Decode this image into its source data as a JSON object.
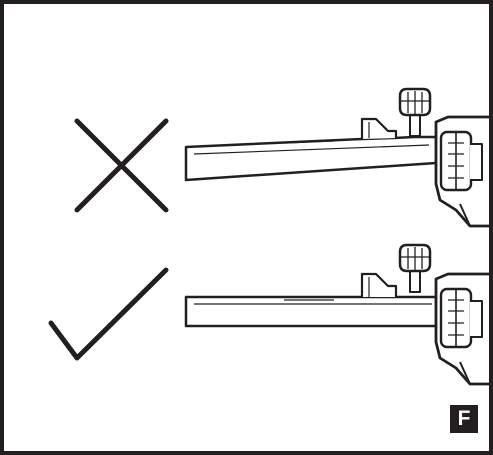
{
  "figure": {
    "label": "F"
  },
  "panels": [
    {
      "status": "incorrect",
      "mark_icon": "cross-icon",
      "subject": "tool-with-tilted-blade"
    },
    {
      "status": "correct",
      "mark_icon": "checkmark-icon",
      "subject": "tool-with-level-blade"
    }
  ],
  "colors": {
    "line": "#231f20",
    "background": "#ffffff"
  }
}
